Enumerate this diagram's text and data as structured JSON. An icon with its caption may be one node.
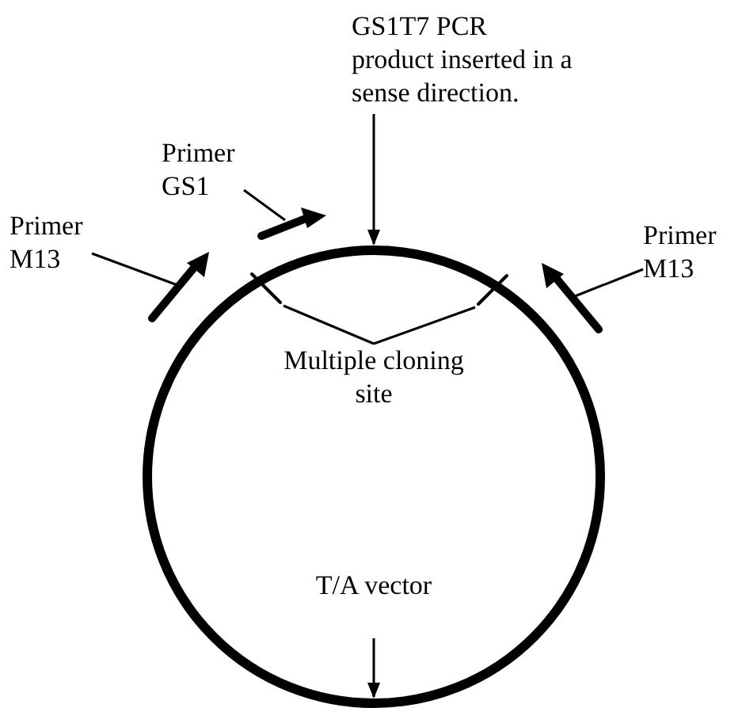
{
  "diagram": {
    "nodes": [
      {
        "text": [
          "GS1T7 PCR product inserted in a sense direction."
        ]
      },
      {
        "text": [
          "Primer GS1"
        ]
      },
      {
        "text": [
          "Primer M13"
        ]
      },
      {
        "text": [
          "Primer M13"
        ]
      },
      {
        "text": [
          "Multiple cloning site"
        ],
        "in": 6
      },
      {
        "text": [
          "T/A vector"
        ],
        "in": 6
      },
      {
        "text": [],
        "shape": "circle"
      },
      {
        "text": [],
        "shape": "bar"
      },
      {
        "text": [],
        "shape": "bar"
      },
      {
        "text": [],
        "shape": "bar"
      },
      {
        "text": [],
        "shape": "bar",
        "in": 6
      },
      {
        "text": [],
        "shape": "bar",
        "in": 6
      }
    ],
    "edges": [
      {
        "from": 0,
        "to": 6,
        "arrow": "to"
      },
      {
        "from": 1,
        "to": 7,
        "arrow": "none"
      },
      {
        "from": 2,
        "to": 8,
        "arrow": "none"
      },
      {
        "from": 3,
        "to": 9,
        "arrow": "none"
      },
      {
        "from": 4,
        "to": 10,
        "arrow": "none"
      },
      {
        "from": 4,
        "to": 11,
        "arrow": "none"
      },
      {
        "from": 5,
        "to": 6,
        "arrow": "to"
      }
    ]
  }
}
